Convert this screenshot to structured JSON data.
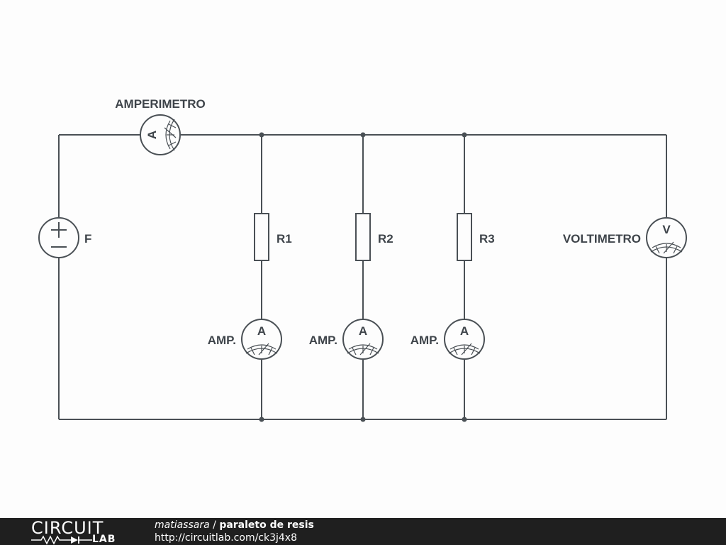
{
  "circuit": {
    "ammeter_main_label": "AMPERIMETRO",
    "source_label": "F",
    "resistors": [
      "R1",
      "R2",
      "R3"
    ],
    "branch_ammeter_label": "AMP.",
    "voltmeter_label": "VOLTIMETRO",
    "ammeter_symbol": "A",
    "voltmeter_symbol": "V"
  },
  "footer": {
    "logo_top": "CIRCUIT",
    "logo_bottom": "LAB",
    "user": "matiassara",
    "separator": " / ",
    "title": "paraleto de resis",
    "url": "http://circuitlab.com/ck3j4x8"
  }
}
